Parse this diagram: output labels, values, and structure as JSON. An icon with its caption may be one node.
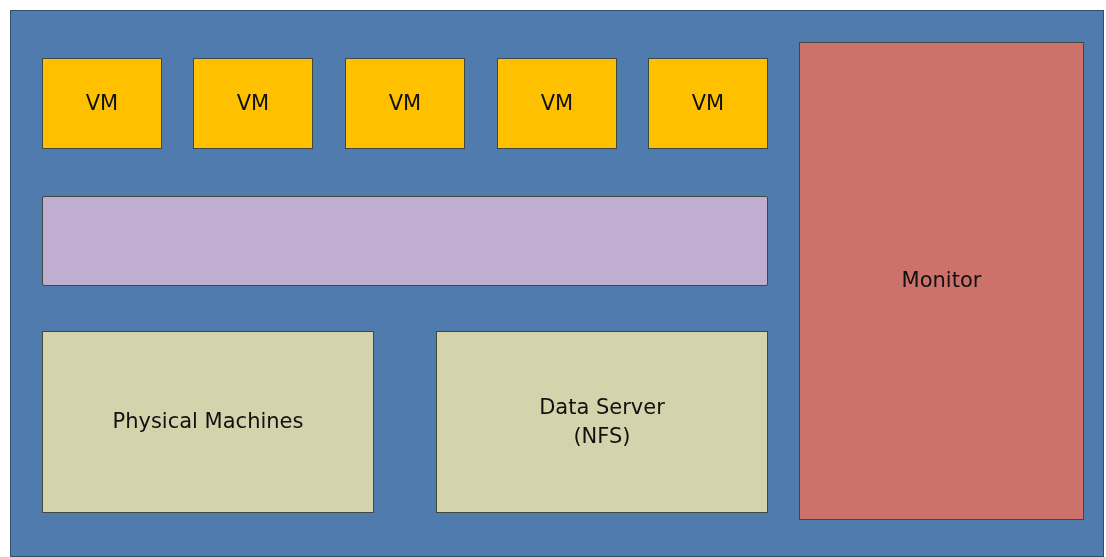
{
  "diagram": {
    "nodes": [
      {
        "text": [],
        "shape": "box"
      },
      {
        "text": [
          "VM"
        ],
        "in": 0
      },
      {
        "text": [
          "VM"
        ],
        "in": 0
      },
      {
        "text": [
          "VM"
        ],
        "in": 0
      },
      {
        "text": [
          "VM"
        ],
        "in": 0
      },
      {
        "text": [
          "VM"
        ],
        "in": 0
      },
      {
        "text": [],
        "shape": "bar",
        "in": 0
      },
      {
        "text": [
          "Physical Machines"
        ],
        "in": 0
      },
      {
        "text": [
          "Data Server (NFS)"
        ],
        "in": 0
      },
      {
        "text": [
          "Monitor"
        ],
        "in": 0
      }
    ]
  }
}
